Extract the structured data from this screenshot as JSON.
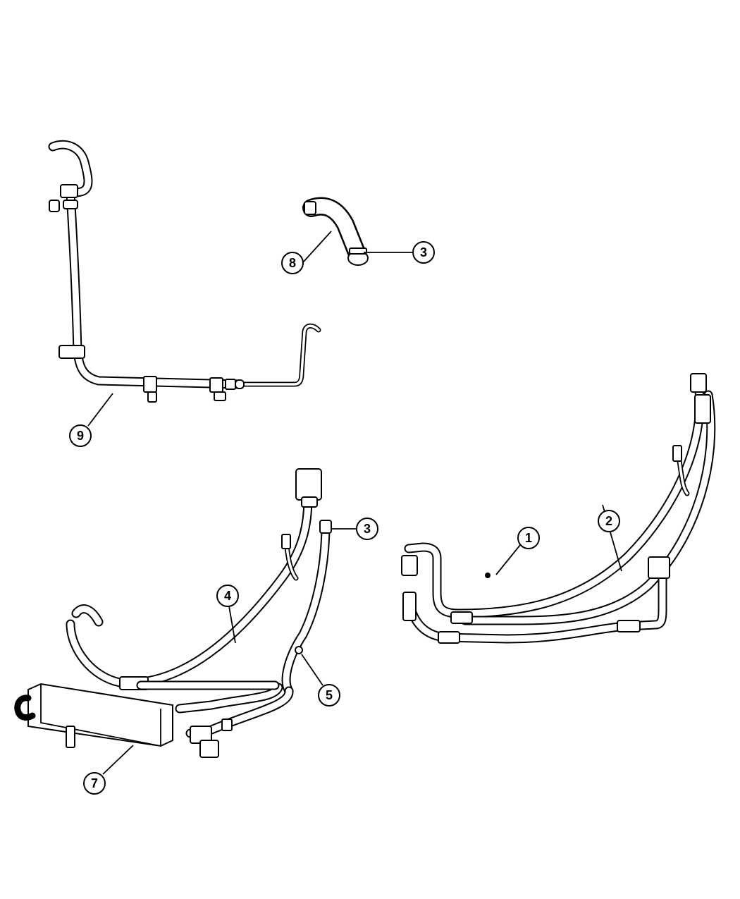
{
  "diagram": {
    "callouts": {
      "c1": "1",
      "c2": "2",
      "c3a": "3",
      "c3b": "3",
      "c4": "4",
      "c5": "5",
      "c7": "7",
      "c8": "8",
      "c9": "9"
    }
  }
}
